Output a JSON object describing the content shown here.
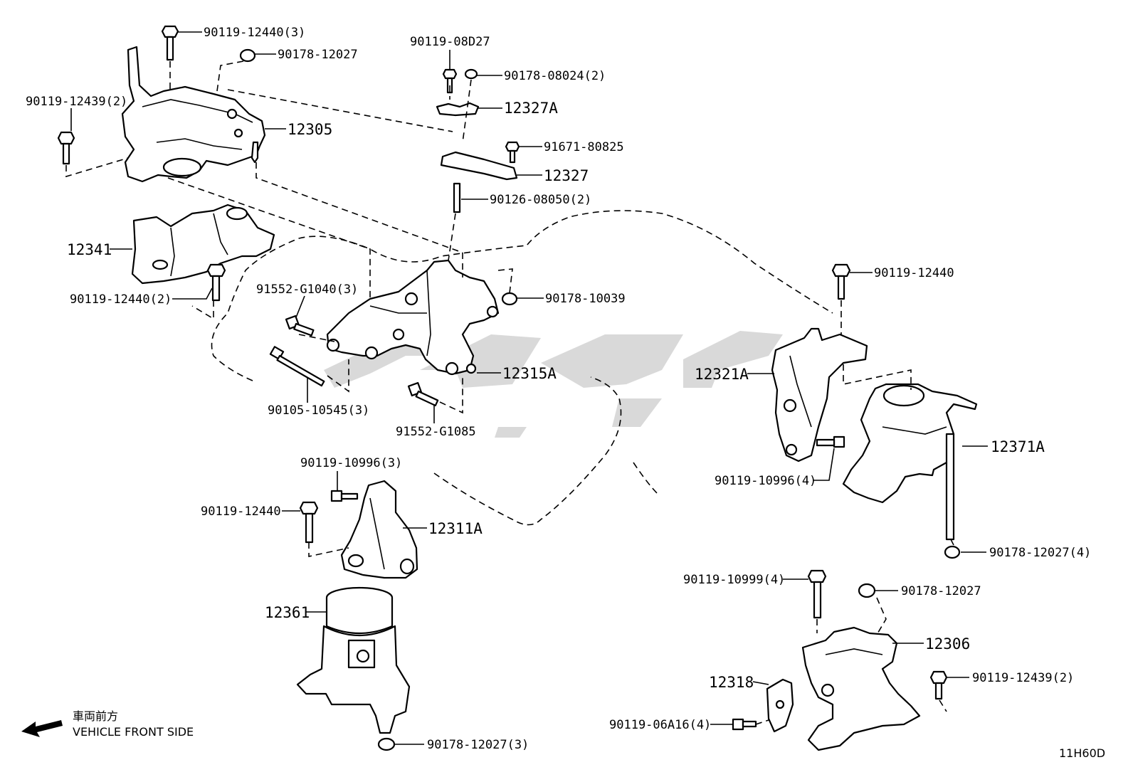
{
  "diagram_code": "11H60D",
  "direction_note": {
    "japanese": "車両前方",
    "english": "VEHICLE FRONT SIDE"
  },
  "callouts": {
    "c01": "90119-12440(3)",
    "c02": "90178-12027",
    "c03": "90119-12439(2)",
    "c04": "12305",
    "c05": "90119-08D27",
    "c06": "90178-08024(2)",
    "c07": "12327A",
    "c08": "91671-80825",
    "c09": "12327",
    "c10": "90126-08050(2)",
    "c11": "12341",
    "c12": "90119-12440(2)",
    "c13": "91552-G1040(3)",
    "c14": "90178-10039",
    "c15": "90105-10545(3)",
    "c16": "12315A",
    "c17": "91552-G1085",
    "c18": "90119-12440",
    "c19": "12321A",
    "c20": "12371A",
    "c21": "90119-10996(4)",
    "c22": "90119-10996(3)",
    "c23": "90119-12440",
    "c24": "12311A",
    "c25": "12361",
    "c26": "90178-12027(3)",
    "c27": "90178-12027(4)",
    "c28": "90119-10999(4)",
    "c29": "90178-12027",
    "c30": "12306",
    "c31": "90119-12439(2)",
    "c32": "12318",
    "c33": "90119-06A16(4)"
  },
  "colors": {
    "ink": "#000000",
    "watermark": "#b9b9b9"
  }
}
